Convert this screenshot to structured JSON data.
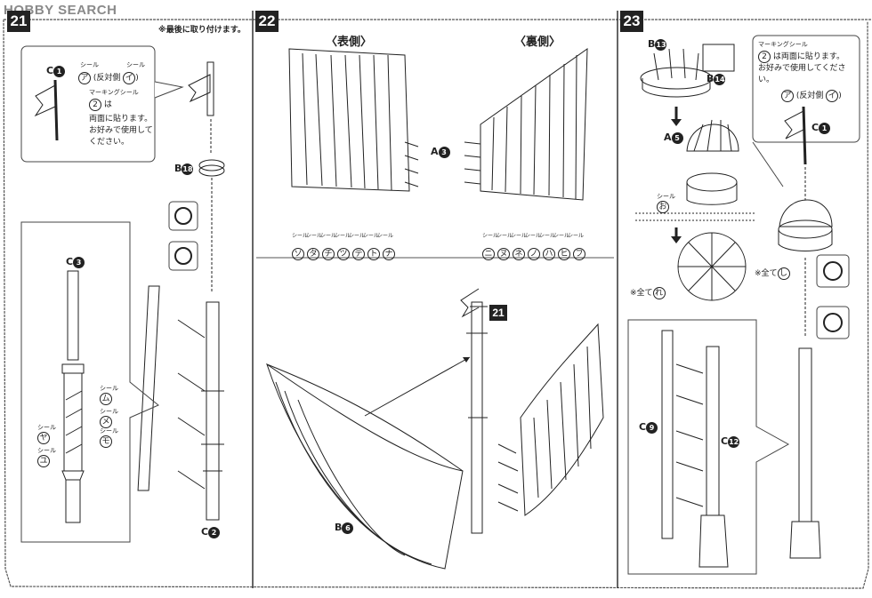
{
  "watermark": "HOBBY SEARCH",
  "steps": {
    "s21": {
      "num": "21",
      "note_last": "※最後に取り付けます。",
      "inset": {
        "part": "C",
        "partnum": "1",
        "seal_left": "ア",
        "seal_left_tag": "シール",
        "seal_mid": "(反対側",
        "seal_right": "イ",
        "seal_right_tag": "シール",
        "marking_tag": "マーキングシール",
        "marking_num": "2",
        "marking_text1": "は",
        "marking_text2": "両面に貼ります。",
        "marking_text3": "お好みで使用して",
        "marking_text4": "ください。"
      },
      "b18": {
        "part": "B",
        "partnum": "18"
      },
      "c3": {
        "part": "C",
        "partnum": "3"
      },
      "c2": {
        "part": "C",
        "partnum": "2"
      },
      "seals": [
        {
          "tag": "シール",
          "char": "ム"
        },
        {
          "tag": "シール",
          "char": "メ"
        },
        {
          "tag": "シール",
          "char": "モ"
        },
        {
          "tag": "シール",
          "char": "ヤ"
        },
        {
          "tag": "シール",
          "char": "ユ"
        }
      ]
    },
    "s22": {
      "num": "22",
      "front": "〈表側〉",
      "back": "〈裏側〉",
      "a3": {
        "part": "A",
        "partnum": "3"
      },
      "front_seals": [
        "ソ",
        "タ",
        "チ",
        "ツ",
        "テ",
        "ト",
        "ナ"
      ],
      "back_seals": [
        "ニ",
        "ヌ",
        "ネ",
        "ノ",
        "ハ",
        "ヒ",
        "フ"
      ],
      "seal_tag": "シール",
      "ref21": "21",
      "b6": {
        "part": "B",
        "partnum": "6"
      }
    },
    "s23": {
      "num": "23",
      "b13": {
        "part": "B",
        "partnum": "13"
      },
      "b14": {
        "part": "B",
        "partnum": "14"
      },
      "a5": {
        "part": "A",
        "partnum": "5"
      },
      "seal_o_tag": "シール",
      "seal_o": "お",
      "all_re": "※全て",
      "seal_re": "れ",
      "all_shi": "※全て",
      "seal_shi": "し",
      "marking_tag": "マーキングシール",
      "marking_num": "2",
      "marking_text1": "は両面に貼ります。",
      "marking_text2": "お好みで使用してください。",
      "seal_a": "ア",
      "seal_mid": "(反対側",
      "seal_i": "イ",
      "c1": {
        "part": "C",
        "partnum": "1"
      },
      "c9": {
        "part": "C",
        "partnum": "9"
      },
      "c12": {
        "part": "C",
        "partnum": "12"
      }
    }
  },
  "colors": {
    "ink": "#222222",
    "border": "#666666",
    "stepbg": "#222222",
    "watermark": "#8a8a8a"
  }
}
